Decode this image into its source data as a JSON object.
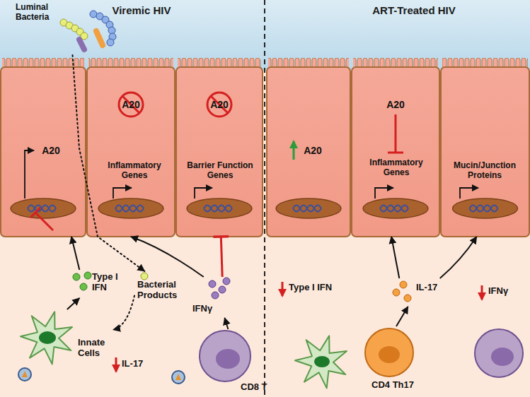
{
  "diagram": {
    "nodes": [
      {
        "text": [
          "Luminal Bacteria"
        ]
      },
      {
        "text": [
          "A20"
        ]
      },
      {
        "text": [
          "A20",
          "Inflammatory Genes"
        ]
      },
      {
        "text": [
          "A20",
          "Barrier Function Genes"
        ]
      },
      {
        "text": [
          "A20"
        ]
      },
      {
        "text": [
          "A20",
          "Inflammatory Genes"
        ]
      },
      {
        "text": [
          "Mucin/Junction Proteins"
        ]
      },
      {
        "text": [
          "Type I IFN"
        ]
      },
      {
        "text": [
          "Bacterial Products"
        ]
      },
      {
        "text": [
          "IFNγ"
        ]
      },
      {
        "text": [
          "Innate Cells"
        ]
      },
      {
        "text": [
          "CD8 T"
        ]
      },
      {
        "text": [
          "IL-17"
        ]
      },
      {
        "text": [
          "CD4 Th17"
        ]
      }
    ],
    "edges": [
      {
        "from": 0,
        "to": 8,
        "arrow": "to"
      },
      {
        "from": 8,
        "to": 10,
        "arrow": "to"
      },
      {
        "from": 10,
        "to": 7,
        "arrow": "to"
      },
      {
        "from": 7,
        "to": 1,
        "arrow": "to"
      },
      {
        "from": 11,
        "to": 9,
        "arrow": "to"
      },
      {
        "from": 9,
        "to": 2,
        "arrow": "to"
      },
      {
        "from": 9,
        "to": 3,
        "arrow": "to"
      },
      {
        "from": 13,
        "to": 12,
        "arrow": "to"
      },
      {
        "from": 12,
        "to": 5,
        "arrow": "to"
      },
      {
        "from": 12,
        "to": 6,
        "arrow": "to"
      }
    ],
    "labels": [
      "Viremic HIV",
      "ART-Treated HIV",
      "IL-17",
      "Type I IFN",
      "IFNγ"
    ]
  }
}
